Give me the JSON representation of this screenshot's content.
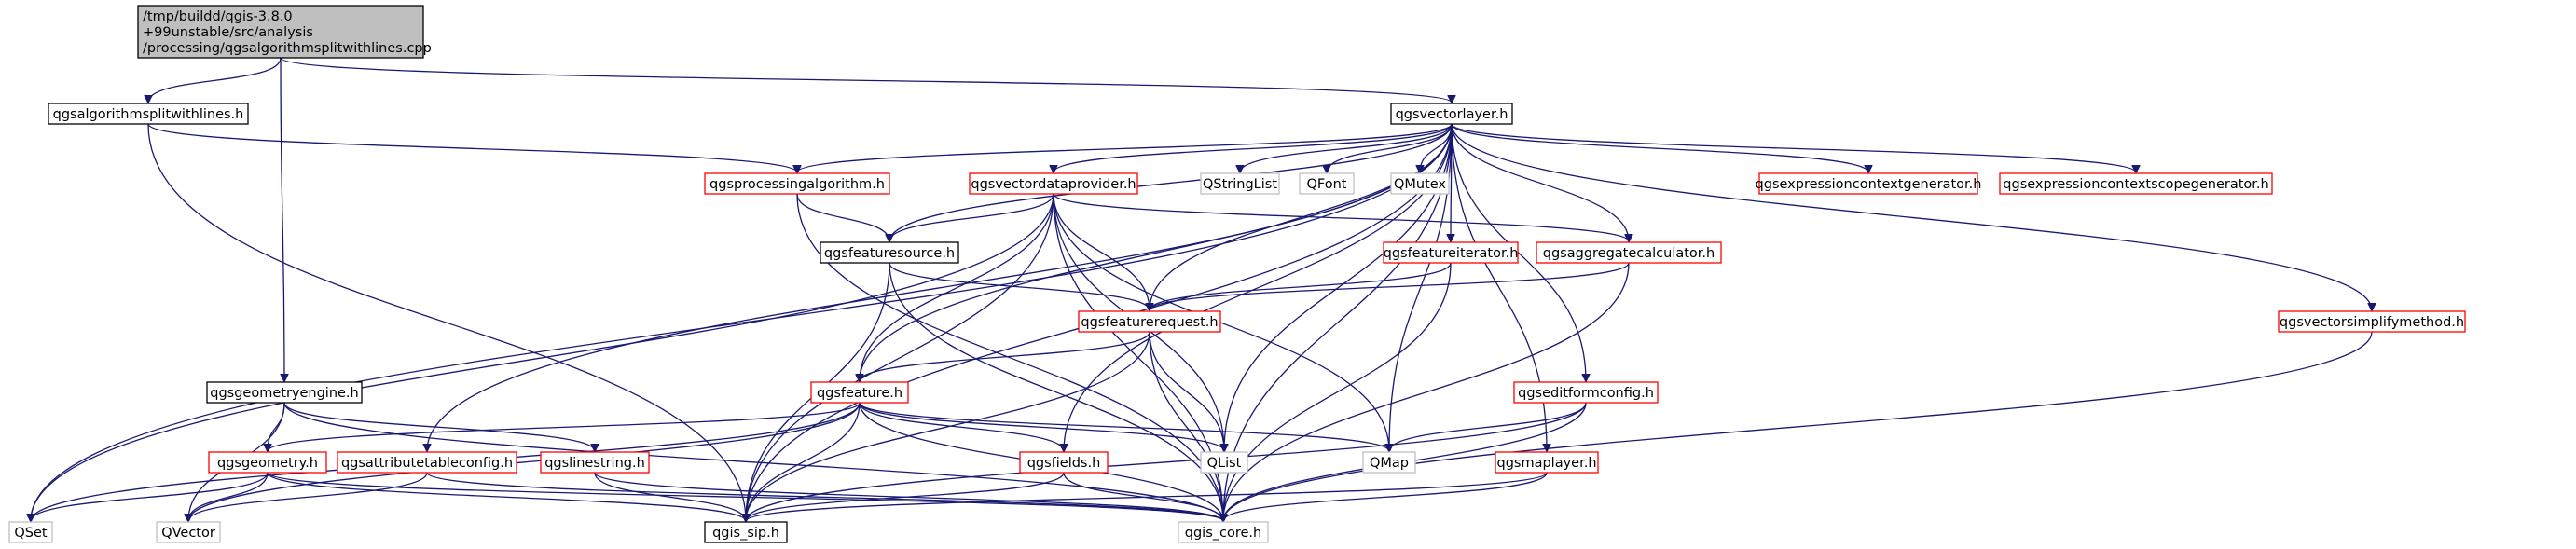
{
  "colors": {
    "edge": "#191970",
    "border_default": "#000000",
    "border_red": "#ff0000",
    "border_gray": "#bfbfbf",
    "fill_root": "#bfbfbf",
    "fill_default": "#ffffff"
  },
  "nodes": {
    "root": {
      "lines": [
        "/tmp/buildd/qgis-3.8.0",
        "+99unstable/src/analysis",
        "/processing/qgsalgorithmsplitwithlines.cpp"
      ],
      "style": "root"
    },
    "qgsalgorithmsplitwithlines_h": {
      "label": "qgsalgorithmsplitwithlines.h",
      "style": "default"
    },
    "qgsvectorlayer_h": {
      "label": "qgsvectorlayer.h",
      "style": "default"
    },
    "qgsgeometryengine_h": {
      "label": "qgsgeometryengine.h",
      "style": "default"
    },
    "qgsprocessingalgorithm_h": {
      "label": "qgsprocessingalgorithm.h",
      "style": "red"
    },
    "qgsvectordataprovider_h": {
      "label": "qgsvectordataprovider.h",
      "style": "red"
    },
    "qstringlist": {
      "label": "QStringList",
      "style": "gray"
    },
    "qfont": {
      "label": "QFont",
      "style": "gray"
    },
    "qmutex": {
      "label": "QMutex",
      "style": "gray"
    },
    "qgsexpressioncontextgenerator_h": {
      "label": "qgsexpressioncontextgenerator.h",
      "style": "red"
    },
    "qgsexpressioncontextscopegenerator_h": {
      "label": "qgsexpressioncontextscopegenerator.h",
      "style": "red"
    },
    "qgsfeaturesource_h": {
      "label": "qgsfeaturesource.h",
      "style": "default"
    },
    "qgsfeatureiterator_h": {
      "label": "qgsfeatureiterator.h",
      "style": "red"
    },
    "qgsaggregatecalculator_h": {
      "label": "qgsaggregatecalculator.h",
      "style": "red"
    },
    "qgsfeaturerequest_h": {
      "label": "qgsfeaturerequest.h",
      "style": "red"
    },
    "qgsvectorsimplifymethod_h": {
      "label": "qgsvectorsimplifymethod.h",
      "style": "red"
    },
    "qgsfeature_h": {
      "label": "qgsfeature.h",
      "style": "red"
    },
    "qgseditformconfig_h": {
      "label": "qgseditformconfig.h",
      "style": "red"
    },
    "qgsgeometry_h": {
      "label": "qgsgeometry.h",
      "style": "red"
    },
    "qgsattributetableconfig_h": {
      "label": "qgsattributetableconfig.h",
      "style": "red"
    },
    "qgslinestring_h": {
      "label": "qgslinestring.h",
      "style": "red"
    },
    "qgsfields_h": {
      "label": "qgsfields.h",
      "style": "red"
    },
    "qlist": {
      "label": "QList",
      "style": "gray"
    },
    "qmap": {
      "label": "QMap",
      "style": "gray"
    },
    "qgsmaplayer_h": {
      "label": "qgsmaplayer.h",
      "style": "red"
    },
    "qset": {
      "label": "QSet",
      "style": "gray"
    },
    "qvector": {
      "label": "QVector",
      "style": "gray"
    },
    "qgis_sip_h": {
      "label": "qgis_sip.h",
      "style": "default"
    },
    "qgis_core_h": {
      "label": "qgis_core.h",
      "style": "gray"
    }
  },
  "edges": [
    [
      "root",
      "qgsalgorithmsplitwithlines_h"
    ],
    [
      "root",
      "qgsvectorlayer_h"
    ],
    [
      "root",
      "qgsgeometryengine_h"
    ],
    [
      "qgsalgorithmsplitwithlines_h",
      "qgsprocessingalgorithm_h"
    ],
    [
      "qgsalgorithmsplitwithlines_h",
      "qgis_sip_h"
    ],
    [
      "qgsvectorlayer_h",
      "qgsprocessingalgorithm_h"
    ],
    [
      "qgsvectorlayer_h",
      "qgsvectordataprovider_h"
    ],
    [
      "qgsvectorlayer_h",
      "qstringlist"
    ],
    [
      "qgsvectorlayer_h",
      "qfont"
    ],
    [
      "qgsvectorlayer_h",
      "qmutex"
    ],
    [
      "qgsvectorlayer_h",
      "qgsexpressioncontextgenerator_h"
    ],
    [
      "qgsvectorlayer_h",
      "qgsexpressioncontextscopegenerator_h"
    ],
    [
      "qgsvectorlayer_h",
      "qgsvectorsimplifymethod_h"
    ],
    [
      "qgsvectorlayer_h",
      "qgsfeaturesource_h"
    ],
    [
      "qgsvectorlayer_h",
      "qgsfeatureiterator_h"
    ],
    [
      "qgsvectorlayer_h",
      "qgsaggregatecalculator_h"
    ],
    [
      "qgsvectorlayer_h",
      "qgsfeaturerequest_h"
    ],
    [
      "qgsvectorlayer_h",
      "qgsfeature_h"
    ],
    [
      "qgsvectorlayer_h",
      "qgseditformconfig_h"
    ],
    [
      "qgsvectorlayer_h",
      "qgsattributetableconfig_h"
    ],
    [
      "qgsvectorlayer_h",
      "qgsfields_h"
    ],
    [
      "qgsvectorlayer_h",
      "qlist"
    ],
    [
      "qgsvectorlayer_h",
      "qmap"
    ],
    [
      "qgsvectorlayer_h",
      "qgsmaplayer_h"
    ],
    [
      "qgsvectorlayer_h",
      "qset"
    ],
    [
      "qgsvectorlayer_h",
      "qgis_sip_h"
    ],
    [
      "qgsvectorlayer_h",
      "qgis_core_h"
    ],
    [
      "qgsprocessingalgorithm_h",
      "qgsfeaturesource_h"
    ],
    [
      "qgsprocessingalgorithm_h",
      "qgis_core_h"
    ],
    [
      "qgsvectordataprovider_h",
      "qgsfeaturesource_h"
    ],
    [
      "qgsvectordataprovider_h",
      "qgsaggregatecalculator_h"
    ],
    [
      "qgsvectordataprovider_h",
      "qgsfeaturerequest_h"
    ],
    [
      "qgsvectordataprovider_h",
      "qgsfeature_h"
    ],
    [
      "qgsvectordataprovider_h",
      "qlist"
    ],
    [
      "qgsvectordataprovider_h",
      "qmap"
    ],
    [
      "qgsvectordataprovider_h",
      "qset"
    ],
    [
      "qgsvectordataprovider_h",
      "qgis_sip_h"
    ],
    [
      "qgsvectordataprovider_h",
      "qgis_core_h"
    ],
    [
      "qgsfeaturesource_h",
      "qgsfeaturerequest_h"
    ],
    [
      "qgsfeaturesource_h",
      "qgis_sip_h"
    ],
    [
      "qgsfeaturesource_h",
      "qgis_core_h"
    ],
    [
      "qgsfeatureiterator_h",
      "qgsfeaturerequest_h"
    ],
    [
      "qgsfeatureiterator_h",
      "qgis_core_h"
    ],
    [
      "qgsaggregatecalculator_h",
      "qgsfeaturerequest_h"
    ],
    [
      "qgsaggregatecalculator_h",
      "qgis_core_h"
    ],
    [
      "qgsfeaturerequest_h",
      "qgsfeature_h"
    ],
    [
      "qgsfeaturerequest_h",
      "qlist"
    ],
    [
      "qgsfeaturerequest_h",
      "qgis_sip_h"
    ],
    [
      "qgsfeaturerequest_h",
      "qgis_core_h"
    ],
    [
      "qgsvectorsimplifymethod_h",
      "qgis_core_h"
    ],
    [
      "qgsfeature_h",
      "qgsgeometry_h"
    ],
    [
      "qgsfeature_h",
      "qgsfields_h"
    ],
    [
      "qgsfeature_h",
      "qlist"
    ],
    [
      "qgsfeature_h",
      "qmap"
    ],
    [
      "qgsfeature_h",
      "qset"
    ],
    [
      "qgsfeature_h",
      "qvector"
    ],
    [
      "qgsfeature_h",
      "qgis_sip_h"
    ],
    [
      "qgsfeature_h",
      "qgis_core_h"
    ],
    [
      "qgseditformconfig_h",
      "qmap"
    ],
    [
      "qgseditformconfig_h",
      "qgis_sip_h"
    ],
    [
      "qgseditformconfig_h",
      "qgis_core_h"
    ],
    [
      "qgsgeometryengine_h",
      "qgsgeometry_h"
    ],
    [
      "qgsgeometryengine_h",
      "qgslinestring_h"
    ],
    [
      "qgsgeometryengine_h",
      "qvector"
    ],
    [
      "qgsgeometryengine_h",
      "qgis_core_h"
    ],
    [
      "qgsgeometry_h",
      "qset"
    ],
    [
      "qgsgeometry_h",
      "qvector"
    ],
    [
      "qgsgeometry_h",
      "qgis_sip_h"
    ],
    [
      "qgsgeometry_h",
      "qgis_core_h"
    ],
    [
      "qgsattributetableconfig_h",
      "qvector"
    ],
    [
      "qgsattributetableconfig_h",
      "qgis_core_h"
    ],
    [
      "qgslinestring_h",
      "qgis_sip_h"
    ],
    [
      "qgslinestring_h",
      "qgis_core_h"
    ],
    [
      "qgsfields_h",
      "qgis_sip_h"
    ],
    [
      "qgsfields_h",
      "qgis_core_h"
    ],
    [
      "qgsmaplayer_h",
      "qgis_sip_h"
    ],
    [
      "qgsmaplayer_h",
      "qgis_core_h"
    ]
  ]
}
